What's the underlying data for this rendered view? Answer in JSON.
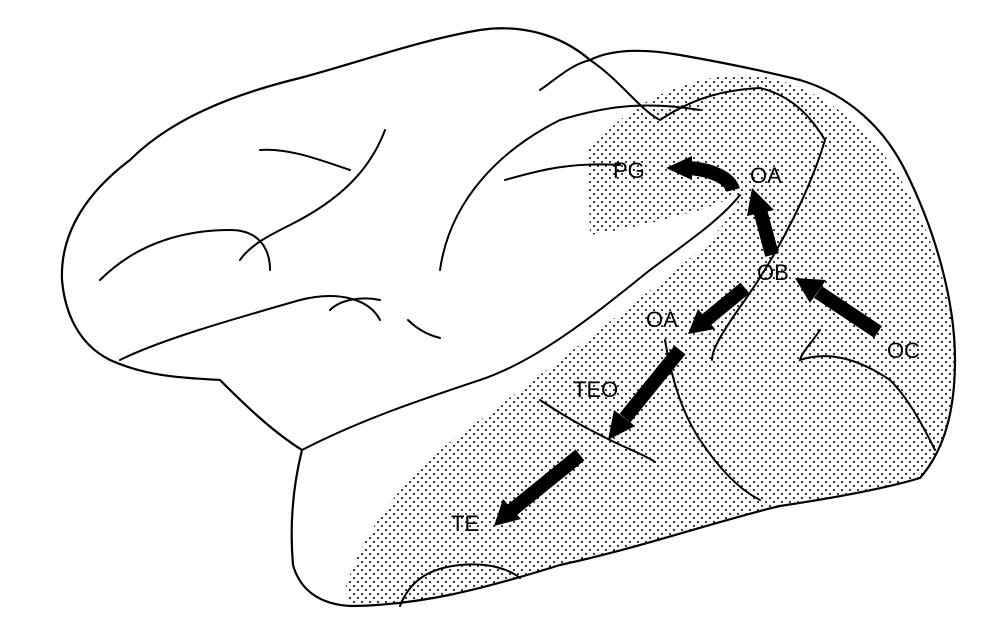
{
  "diagram": {
    "regions": [
      {
        "id": "PG",
        "label": "PG"
      },
      {
        "id": "OA_upper",
        "label": "OA"
      },
      {
        "id": "OB",
        "label": "OB"
      },
      {
        "id": "OA_lower",
        "label": "OA"
      },
      {
        "id": "OC",
        "label": "OC"
      },
      {
        "id": "TEO",
        "label": "TEO"
      },
      {
        "id": "TE",
        "label": "TE"
      }
    ],
    "pathways": [
      {
        "from": "OC",
        "to": "OB"
      },
      {
        "from": "OB",
        "to": "OA_upper"
      },
      {
        "from": "OA_upper",
        "to": "PG"
      },
      {
        "from": "OB",
        "to": "OA_lower"
      },
      {
        "from": "OA_lower",
        "to": "TEO"
      },
      {
        "from": "TEO",
        "to": "TE"
      }
    ],
    "colors": {
      "outline": "#000000",
      "stipple_dot": "#000000",
      "background": "#ffffff"
    }
  }
}
